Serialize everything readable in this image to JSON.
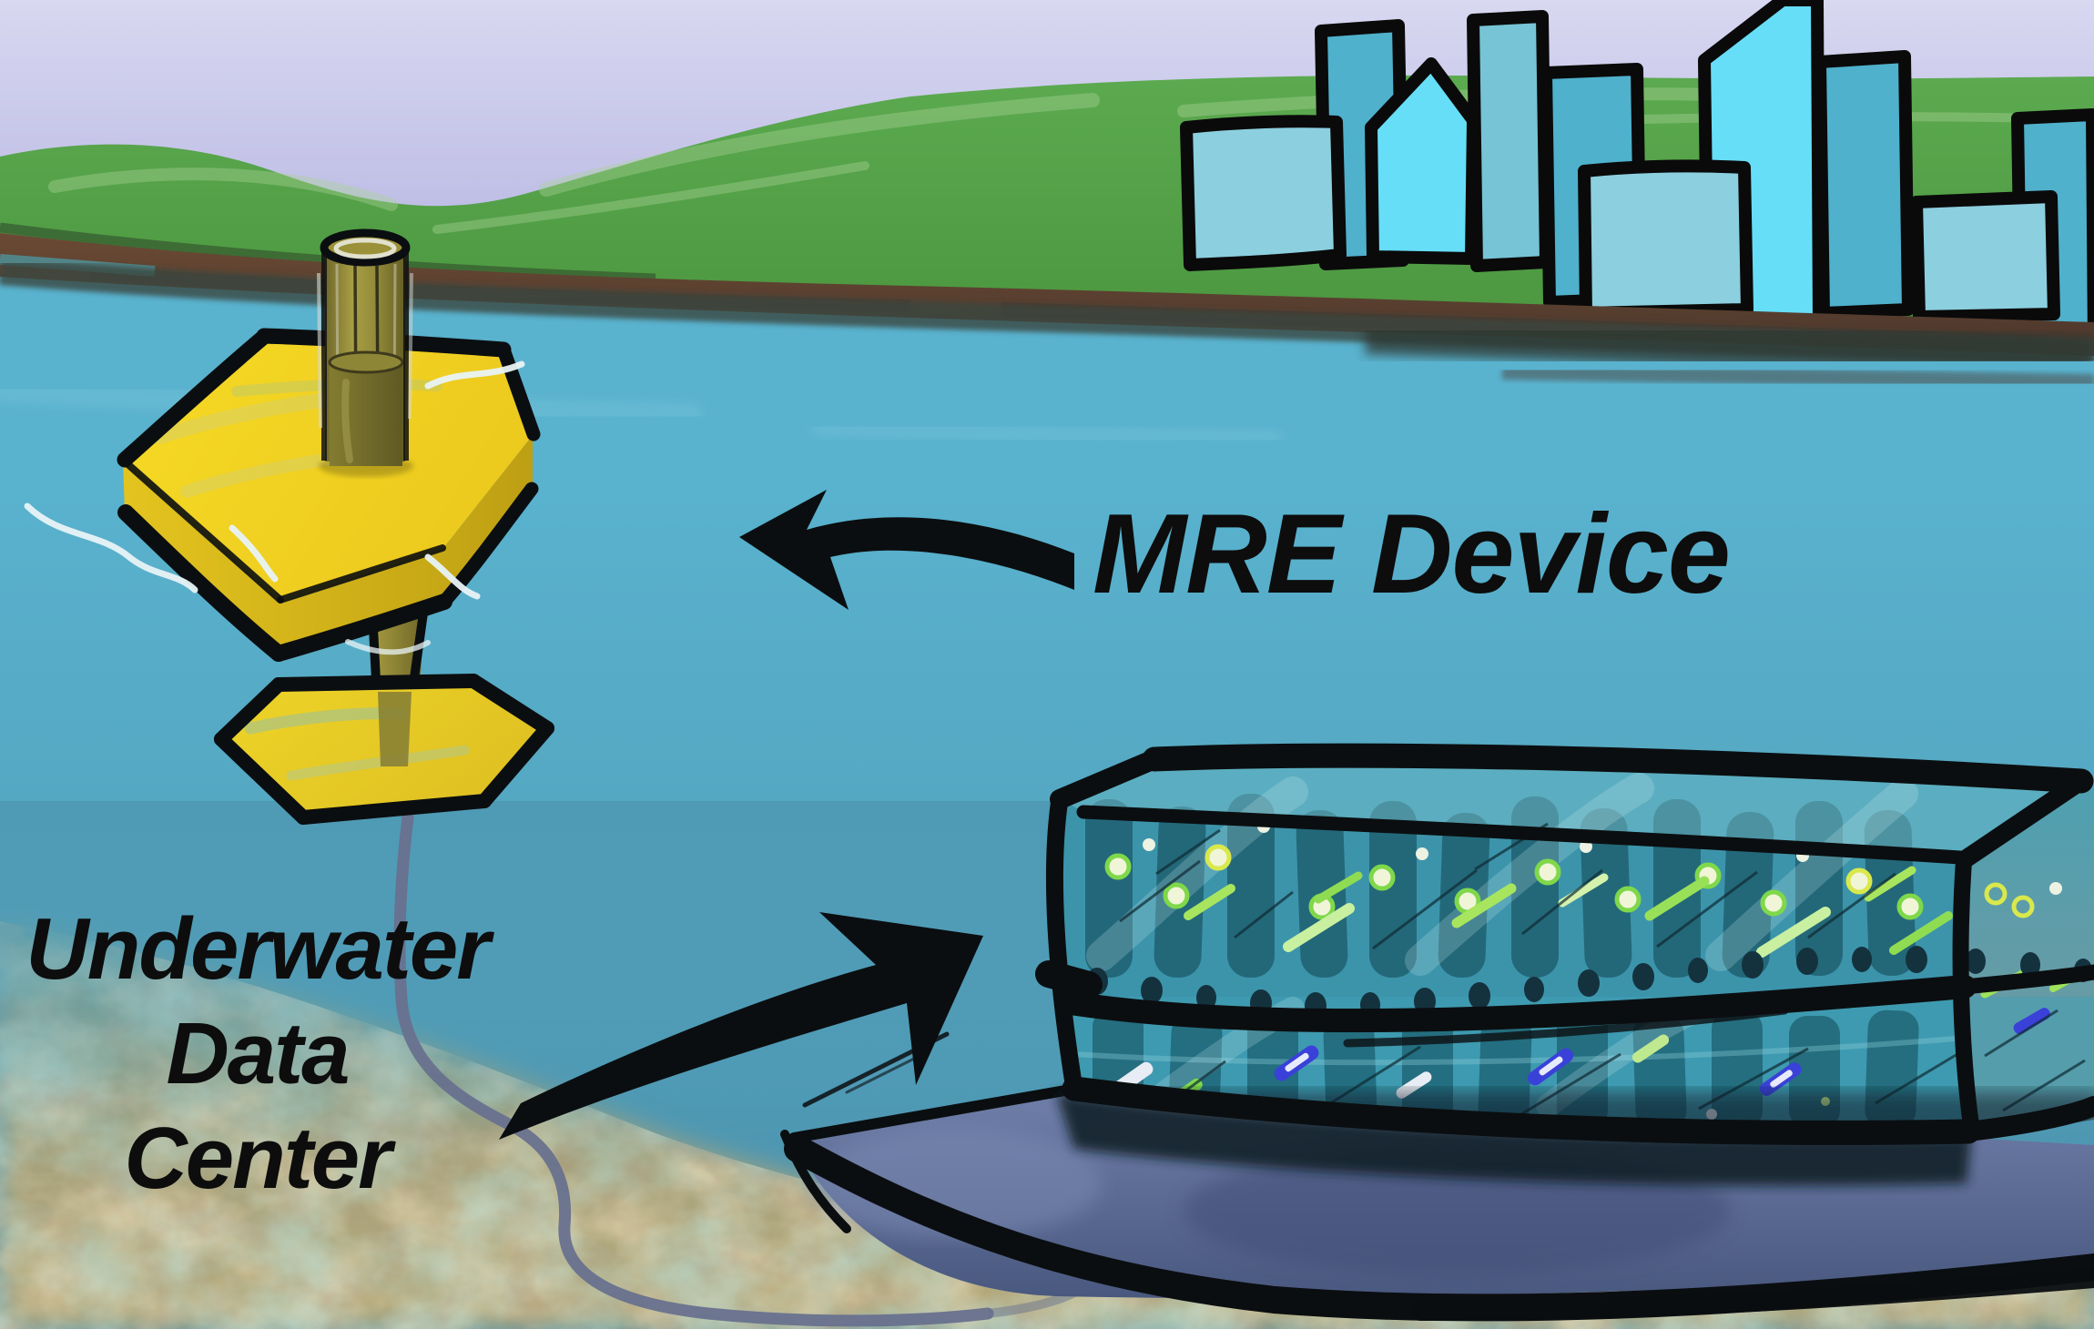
{
  "labels": {
    "mre_device": "MRE Device",
    "underwater_data_center_lines": [
      "Underwater",
      "Data",
      "Center"
    ]
  },
  "icons": [
    {
      "name": "arrow-to-buoy-icon",
      "meaning": "points left at the floating MRE buoy"
    },
    {
      "name": "arrow-to-datacenter-icon",
      "meaning": "points up-right at the underwater data center"
    }
  ],
  "colors": {
    "sky_top": "#D8D8F1",
    "sky_horizon": "#A6A5D7",
    "hill_green": "#55A24A",
    "shore_brown": "#5E4230",
    "water_surface": "#59B2CE",
    "water_deep": "#4A8FA9",
    "seafloor_sand_tan": "#B7AB7E",
    "seafloor_teal": "#7BB8A8",
    "buoy_yellow": "#F4D722",
    "buoy_mast_olive": "#8E8530",
    "mooring_cable_gray": "#68718E",
    "city_light_blue": "#8CCFDF",
    "city_cyan": "#66DEF8",
    "city_teal": "#4FB1CC",
    "datacenter_glass_teal": "#45A0B6",
    "server_rack_dark_teal": "#1E5F6F",
    "led_green": "#7FD84A",
    "led_blue": "#3A41D8",
    "led_white": "#F1F5D8",
    "foundation_slate_blue": "#56669B",
    "ink_outline_black": "#0B0E10",
    "label_text": "#0D0D0D"
  }
}
